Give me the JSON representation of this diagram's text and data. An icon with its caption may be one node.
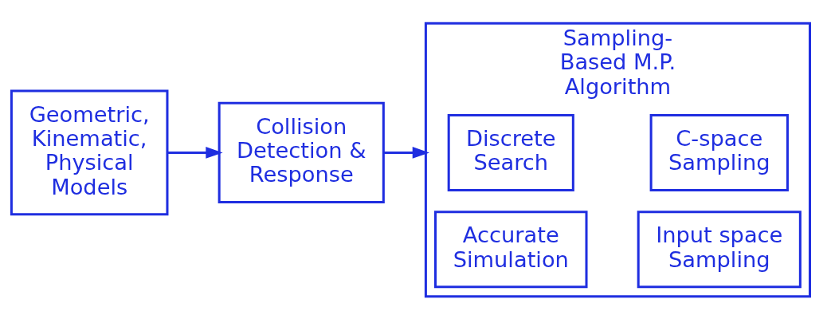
{
  "diagram": {
    "nodes": [
      {
        "text": [
          "Geometric, Kinematic, Physical Models"
        ]
      },
      {
        "text": [
          "Collision Detection & Response"
        ]
      },
      {
        "text": [
          "Sampling-Based M.P. Algorithm"
        ]
      },
      {
        "text": [
          "Discrete Search"
        ],
        "in": 2
      },
      {
        "text": [
          "C-space Sampling"
        ],
        "in": 2
      },
      {
        "text": [
          "Accurate Simulation"
        ],
        "in": 2
      },
      {
        "text": [
          "Input space Sampling"
        ],
        "in": 2
      }
    ],
    "edges": [
      {
        "from": 0,
        "to": 1,
        "arrow": "to"
      },
      {
        "from": 1,
        "to": 2,
        "arrow": "to"
      }
    ]
  }
}
